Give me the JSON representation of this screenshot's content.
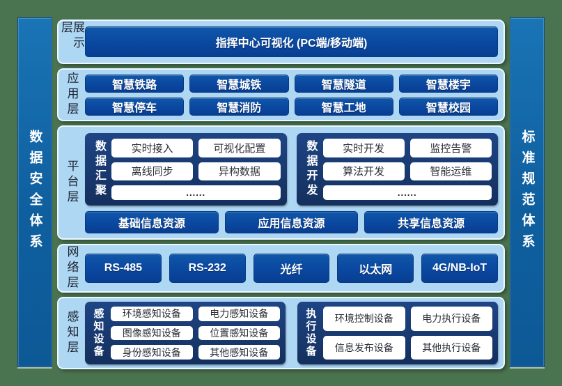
{
  "colors": {
    "background_green": "#4a7350",
    "pillar_blue": "#1168ab",
    "layer_panel_blue": "#aed7f4",
    "box_blue": "#0b4aa2",
    "group_navy": "#1a3c74",
    "chip_white": "#ffffff",
    "chip_text": "#2b2f38"
  },
  "sidebars": {
    "left": "数据安全体系",
    "right": "标准规范体系"
  },
  "layers": {
    "presentation": {
      "label": "展示层",
      "title": "指挥中心可视化 (PC端/移动端)"
    },
    "application": {
      "label": "应用层",
      "items": [
        "智慧铁路",
        "智慧城铁",
        "智慧隧道",
        "智慧楼宇",
        "智慧停车",
        "智慧消防",
        "智慧工地",
        "智慧校园"
      ]
    },
    "platform": {
      "label": "平台层",
      "groups": [
        {
          "name": "数据汇聚",
          "items": [
            "实时接入",
            "可视化配置",
            "离线同步",
            "异构数据"
          ],
          "more": "......"
        },
        {
          "name": "数据开发",
          "items": [
            "实时开发",
            "监控告警",
            "算法开发",
            "智能运维"
          ],
          "more": "......"
        }
      ],
      "resources": [
        "基础信息资源",
        "应用信息资源",
        "共享信息资源"
      ]
    },
    "network": {
      "label": "网络层",
      "items": [
        "RS-485",
        "RS-232",
        "光纤",
        "以太网",
        "4G/NB-IoT"
      ]
    },
    "perception": {
      "label": "感知层",
      "groups": [
        {
          "name": "感知设备",
          "items": [
            "环境感知设备",
            "电力感知设备",
            "图像感知设备",
            "位置感知设备",
            "身份感知设备",
            "其他感知设备"
          ]
        },
        {
          "name": "执行设备",
          "items": [
            "环境控制设备",
            "电力执行设备",
            "信息发布设备",
            "其他执行设备"
          ]
        }
      ]
    }
  }
}
